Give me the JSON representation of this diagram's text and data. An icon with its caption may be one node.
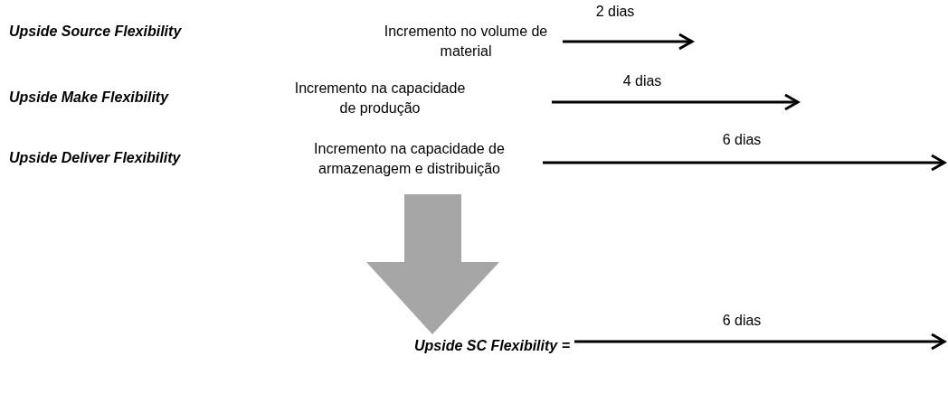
{
  "diagram": {
    "labels": [
      "2 dias",
      "Upside Source Flexibility",
      "Incremento no volume de material",
      "4 dias",
      "Upside Make Flexibility",
      "Incremento na capacidade de produção",
      "6 dias",
      "Upside Deliver Flexibility",
      "Incremento na capacidade de armazenagem e distribuição",
      "6 dias",
      "Upside SC Flexibility ="
    ]
  }
}
